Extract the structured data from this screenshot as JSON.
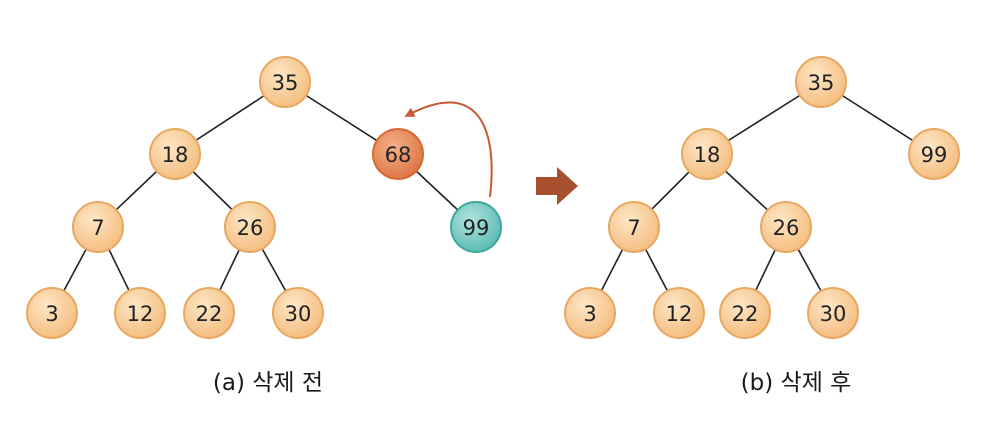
{
  "colors": {
    "node_fill": "#f8cc93",
    "node_stroke": "#e8a862",
    "deleted_fill": "#e3824c",
    "deleted_stroke": "#d66a33",
    "moved_fill": "#6ec7be",
    "moved_stroke": "#40a79e",
    "edge": "#222222",
    "arrow": "#c65a35"
  },
  "before": {
    "caption": "(a) 삭제 전",
    "nodes": [
      {
        "id": "a35",
        "label": "35",
        "kind": "normal"
      },
      {
        "id": "a18",
        "label": "18",
        "kind": "normal"
      },
      {
        "id": "a68",
        "label": "68",
        "kind": "deleted"
      },
      {
        "id": "a7",
        "label": "7",
        "kind": "normal"
      },
      {
        "id": "a26",
        "label": "26",
        "kind": "normal"
      },
      {
        "id": "a99",
        "label": "99",
        "kind": "moved"
      },
      {
        "id": "a3",
        "label": "3",
        "kind": "normal"
      },
      {
        "id": "a12",
        "label": "12",
        "kind": "normal"
      },
      {
        "id": "a22",
        "label": "22",
        "kind": "normal"
      },
      {
        "id": "a30",
        "label": "30",
        "kind": "normal"
      }
    ],
    "edges": [
      [
        "a35",
        "a18"
      ],
      [
        "a35",
        "a68"
      ],
      [
        "a18",
        "a7"
      ],
      [
        "a18",
        "a26"
      ],
      [
        "a68",
        "a99"
      ],
      [
        "a7",
        "a3"
      ],
      [
        "a7",
        "a12"
      ],
      [
        "a26",
        "a22"
      ],
      [
        "a26",
        "a30"
      ]
    ]
  },
  "after": {
    "caption": "(b) 삭제 후",
    "nodes": [
      {
        "id": "b35",
        "label": "35",
        "kind": "normal"
      },
      {
        "id": "b18",
        "label": "18",
        "kind": "normal"
      },
      {
        "id": "b99",
        "label": "99",
        "kind": "normal"
      },
      {
        "id": "b7",
        "label": "7",
        "kind": "normal"
      },
      {
        "id": "b26",
        "label": "26",
        "kind": "normal"
      },
      {
        "id": "b3",
        "label": "3",
        "kind": "normal"
      },
      {
        "id": "b12",
        "label": "12",
        "kind": "normal"
      },
      {
        "id": "b22",
        "label": "22",
        "kind": "normal"
      },
      {
        "id": "b30",
        "label": "30",
        "kind": "normal"
      }
    ],
    "edges": [
      [
        "b35",
        "b18"
      ],
      [
        "b35",
        "b99"
      ],
      [
        "b18",
        "b7"
      ],
      [
        "b18",
        "b26"
      ],
      [
        "b7",
        "b3"
      ],
      [
        "b7",
        "b12"
      ],
      [
        "b26",
        "b22"
      ],
      [
        "b26",
        "b30"
      ]
    ]
  }
}
